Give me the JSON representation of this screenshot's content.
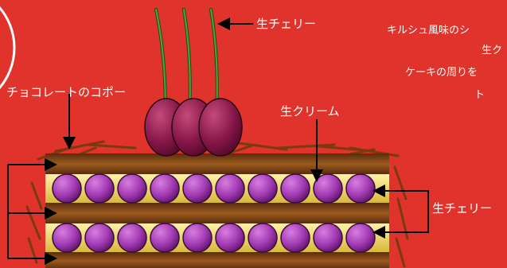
{
  "labels": {
    "cherry_stem": "生チェリー",
    "chocolate_copeaux": "チョコレートのコポー",
    "fresh_cream": "生クリーム",
    "cherry_inner": "生チェリー"
  },
  "notes": {
    "line1": "キルシュ風味のシ",
    "line2": "生ク",
    "line3": "ケーキの周りを",
    "line4": "ト"
  },
  "colors": {
    "background": "#e0332b",
    "sponge": "#8a4a14",
    "cream": "#f5df6a",
    "cherry_ball": "#a63bb5",
    "cherry_top": "#7a1040",
    "stem": "#2f8a24",
    "label_text": "#ffffff"
  }
}
